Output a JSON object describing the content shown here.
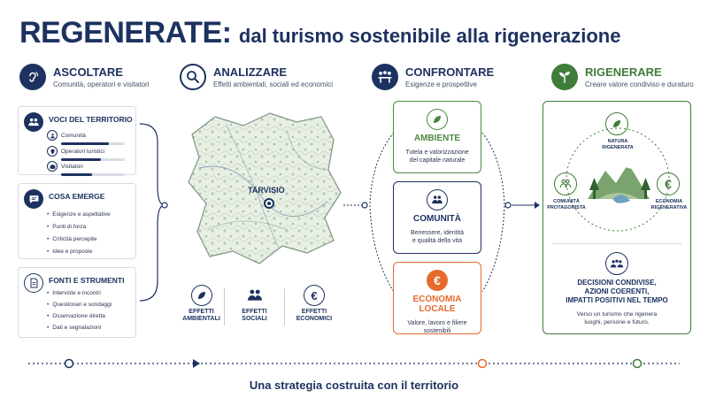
{
  "header": {
    "title_main": "REGENERATE:",
    "title_sub": "dal turismo sostenibile alla rigenerazione"
  },
  "steps": [
    {
      "title": "ASCOLTARE",
      "subtitle": "Comunità, operatori e visitatori",
      "icon": "ear-icon"
    },
    {
      "title": "ANALIZZARE",
      "subtitle": "Effetti ambientali, sociali ed economici",
      "icon": "magnifier-icon"
    },
    {
      "title": "CONFRONTARE",
      "subtitle": "Esigenze e prospettive",
      "icon": "meeting-icon"
    },
    {
      "title": "RIGENERARE",
      "subtitle": "Creare valore condiviso e duraturo",
      "icon": "sprout-icon"
    }
  ],
  "listen": {
    "voices": {
      "title": "VOCI DEL TERRITORIO",
      "items": [
        {
          "label": "Comunità",
          "level": 0.75
        },
        {
          "label": "Operatori turistici",
          "level": 0.62
        },
        {
          "label": "Visitatori",
          "level": 0.48
        }
      ]
    },
    "emerges": {
      "title": "COSA EMERGE",
      "items": [
        "Esigenze e aspettative",
        "Punti di forza",
        "Criticità percepite",
        "Idee e proposte"
      ]
    },
    "sources": {
      "title": "FONTI E STRUMENTI",
      "items": [
        "Interviste e incontri",
        "Questionari e sondaggi",
        "Osservazione diretta",
        "Dati e segnalazioni"
      ]
    }
  },
  "analyze": {
    "map_label": "TARVISIO",
    "effects": [
      {
        "line1": "EFFETTI",
        "line2": "AMBIENTALI",
        "icon": "leaf-icon"
      },
      {
        "line1": "EFFETTI",
        "line2": "SOCIALI",
        "icon": "people-icon"
      },
      {
        "line1": "EFFETTI",
        "line2": "ECONOMICI",
        "icon": "euro-icon"
      }
    ]
  },
  "compare": {
    "cards": [
      {
        "title": "AMBIENTE",
        "desc1": "Tutela e valorizzazione",
        "desc2": "del capitale naturale",
        "color": "#4a8a3f"
      },
      {
        "title": "COMUNITÀ",
        "desc1": "Benessere, identità",
        "desc2": "e qualità della vita",
        "color": "#1d3260"
      },
      {
        "title": "ECONOMIA LOCALE",
        "desc1": "Valore, lavoro e filiere",
        "desc2": "sostenibili",
        "color": "#e56a2c"
      }
    ]
  },
  "regenerate": {
    "cycle": {
      "nature_l1": "NATURA",
      "nature_l2": "RIGENERATA",
      "community_l1": "COMUNITÀ",
      "community_l2": "PROTAGONISTA",
      "economy_l1": "ECONOMIA",
      "economy_l2": "RIGENERATIVA"
    },
    "decisions": {
      "line1": "DECISIONI CONDIVISE,",
      "line2": "AZIONI COERENTI,",
      "line3": "IMPATTI POSITIVI NEL TEMPO",
      "desc1": "Verso un turismo che rigenera",
      "desc2": "luoghi, persone e futuro."
    }
  },
  "footer": {
    "text": "Una strategia costruita con il territorio"
  },
  "colors": {
    "navy": "#1d3260",
    "green": "#3f7d3a",
    "orange": "#e56a2c"
  }
}
